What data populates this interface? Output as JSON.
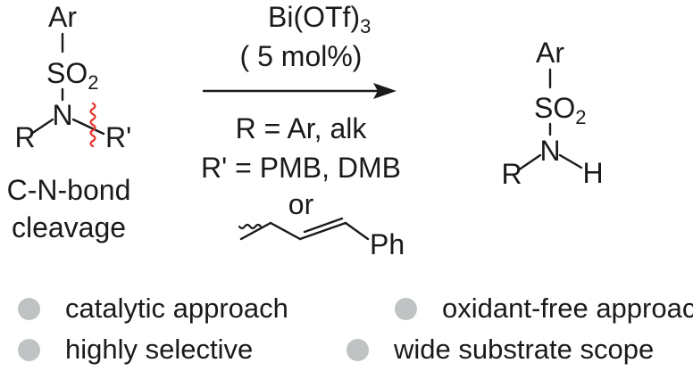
{
  "reactant": {
    "aryl": "Ar",
    "sulfonyl": "SO",
    "sulfonyl_sub": "2",
    "nitrogen": "N",
    "r_group": "R",
    "r_prime": "R'",
    "caption_line1": "C-N-bond",
    "caption_line2": "cleavage"
  },
  "conditions": {
    "catalyst": "Bi(OTf)",
    "catalyst_sub": "3",
    "loading": "( 5 mol%)",
    "r_def": "R = Ar, alk",
    "r_prime_def": "R' = PMB, DMB",
    "or_text": "or",
    "phenyl": "Ph"
  },
  "product": {
    "aryl": "Ar",
    "sulfonyl": "SO",
    "sulfonyl_sub": "2",
    "nitrogen": "N",
    "r_group": "R",
    "hydrogen": "H"
  },
  "features": [
    "catalytic approach",
    "oxidant-free approach",
    "highly selective",
    "wide substrate scope"
  ],
  "colors": {
    "cleavage_mark": "#e8352b",
    "bullet": "#bfc3c3"
  }
}
